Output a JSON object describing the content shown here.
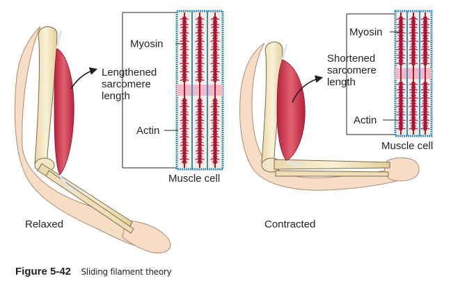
{
  "left_panel": {
    "myosin_label": "Myosin",
    "sarcomere_label": [
      "Lengthened",
      "sarcomere",
      "length"
    ],
    "actin_label": "Actin",
    "cell_label": "Muscle cell",
    "state_label": "Relaxed"
  },
  "right_panel": {
    "myosin_label": "Myosin",
    "sarcomere_label": [
      "Shortened",
      "sarcomere",
      "length"
    ],
    "actin_label": "Actin",
    "cell_label": "Muscle cell",
    "state_label": "Contracted"
  },
  "caption": {
    "figure_number": "Figure 5-42",
    "title": "Sliding filament theory"
  },
  "colors": {
    "bone": "#f2e6c8",
    "bone_outline": "#7a6a4a",
    "muscle": "#c9304f",
    "muscle_light": "#e88a99",
    "skin": "#f7dcc6",
    "skin_outline": "#b08a70",
    "cell_border": "#2f8fd3",
    "cell_fill": "#fbeede",
    "band": "#f3b8c4",
    "filament": "#a8153f"
  }
}
